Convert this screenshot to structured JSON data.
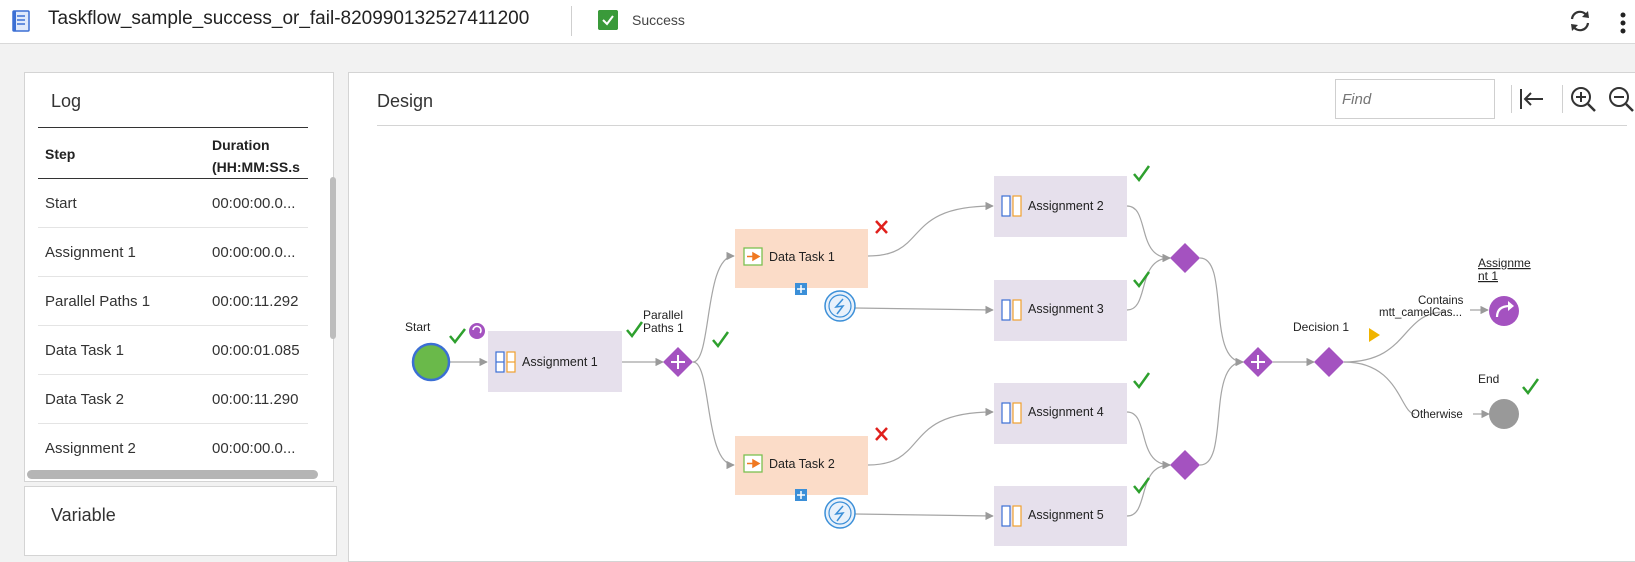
{
  "header": {
    "title": "Taskflow_sample_success_or_fail-820990132527411200",
    "status": "Success"
  },
  "log": {
    "title": "Log",
    "columns": [
      "Step",
      "Duration",
      "(HH:MM:SS.s"
    ],
    "rows": [
      {
        "step": "Start",
        "duration": "00:00:00.0..."
      },
      {
        "step": "Assignment 1",
        "duration": "00:00:00.0..."
      },
      {
        "step": "Parallel Paths 1",
        "duration": "00:00:11.292"
      },
      {
        "step": "Data Task 1",
        "duration": "00:00:01.085"
      },
      {
        "step": "Data Task 2",
        "duration": "00:00:11.290"
      },
      {
        "step": "Assignment 2",
        "duration": "00:00:00.0..."
      }
    ]
  },
  "variable": {
    "title": "Variable"
  },
  "design": {
    "title": "Design",
    "find_placeholder": "Find"
  },
  "flow": {
    "start": "Start",
    "assignment_1": "Assignment 1",
    "parallel_1": "Parallel",
    "parallel_2": "Paths 1",
    "data_task_1": "Data Task 1",
    "data_task_2": "Data Task 2",
    "assignment_2": "Assignment 2",
    "assignment_3": "Assignment 3",
    "assignment_4": "Assignment 4",
    "assignment_5": "Assignment 5",
    "decision_1": "Decision 1",
    "contains_1": "Contains",
    "contains_2": "mtt_camelCas...",
    "otherwise": "Otherwise",
    "assign_link_1": "Assignme",
    "assign_link_2": "nt 1",
    "end": "End"
  },
  "colors": {
    "success": "#2ea02e",
    "fail": "#e0201c",
    "assignment_fill": "#e6e0ec",
    "datatask_fill": "#fbdcc8",
    "gateway": "#a452c0",
    "start": "#6ab94a",
    "end": "#999999"
  },
  "icons": {
    "document": "document-icon",
    "refresh": "refresh-icon",
    "more": "more-vertical-icon",
    "collapse": "collapse-left-icon",
    "zoom_in": "zoom-in-icon",
    "zoom_out": "zoom-out-icon"
  }
}
